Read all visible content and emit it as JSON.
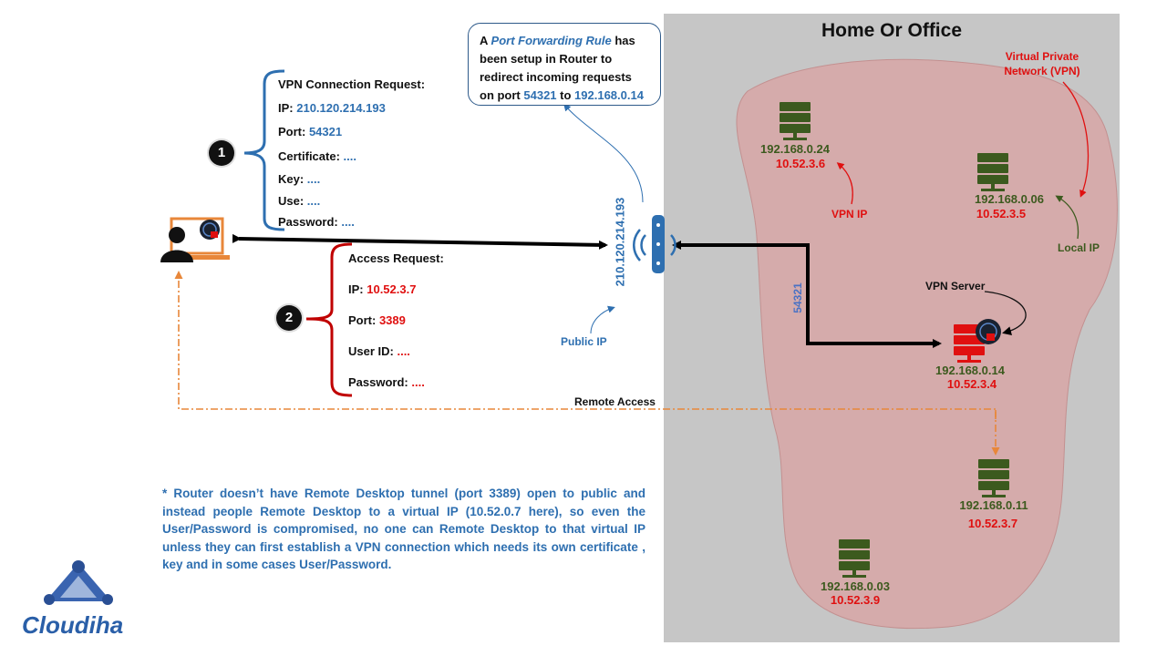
{
  "home": {
    "title": "Home Or Office"
  },
  "callout": {
    "prefix": "A ",
    "rule": "Port Forwarding Rule",
    "mid": " has been setup in Router to redirect incoming requests on port ",
    "port": "54321",
    "to": " to ",
    "ip": "192.168.0.14"
  },
  "vpn_request": {
    "title": "VPN Connection Request:",
    "ip_label": "IP: ",
    "ip": "210.120.214.193",
    "port_label": "Port: ",
    "port": "54321",
    "cert_label": "Certificate: ",
    "cert": "....",
    "key_label": "Key: ",
    "key": "....",
    "use_label": "Use: ",
    "use": "....",
    "pw_label": "Password: ",
    "pw": "...."
  },
  "access_request": {
    "title": "Access Request:",
    "ip_label": "IP: ",
    "ip": "10.52.3.7",
    "port_label": "Port: ",
    "port": "3389",
    "user_label": "User ID: ",
    "user": "....",
    "pw_label": "Password: ",
    "pw": "...."
  },
  "steps": {
    "one": "1",
    "two": "2"
  },
  "router": {
    "public_ip": "210.120.214.193",
    "public_ip_label": "Public IP"
  },
  "port_forward": "54321",
  "remote_access": "Remote Access",
  "servers": {
    "s1": {
      "local": "192.168.0.24",
      "vpn": "10.52.3.6"
    },
    "s2": {
      "local": "192.168.0.06",
      "vpn": "10.52.3.5"
    },
    "s3": {
      "local": "192.168.0.14",
      "vpn": "10.52.3.4"
    },
    "s4": {
      "local": "192.168.0.11",
      "vpn": "10.52.3.7"
    },
    "s5": {
      "local": "192.168.0.03",
      "vpn": "10.52.3.9"
    }
  },
  "labels": {
    "vpn_ip": "VPN IP",
    "local_ip": "Local IP",
    "vpn_server": "VPN Server",
    "vpn_network": "Virtual Private Network (VPN)"
  },
  "note": "* Router doesn’t have Remote Desktop tunnel (port 3389) open to public and instead people Remote Desktop to a virtual IP (10.52.0.7 here), so even the User/Password is compromised, no one can Remote Desktop to that virtual IP unless they can first establish a VPN connection which needs its own certificate , key and in some cases User/Password.",
  "brand": "Cloudiha",
  "colors": {
    "blue": "#2e6fb0",
    "red": "#e01010",
    "green": "#3c5a1e",
    "orange": "#e8873a",
    "panel": "#c6c6c6",
    "blob": "#d7a6a6"
  },
  "icons": [
    "user-laptop-icon",
    "router-icon",
    "server-icon",
    "vpn-globe-icon",
    "cloudiha-logo-icon"
  ]
}
